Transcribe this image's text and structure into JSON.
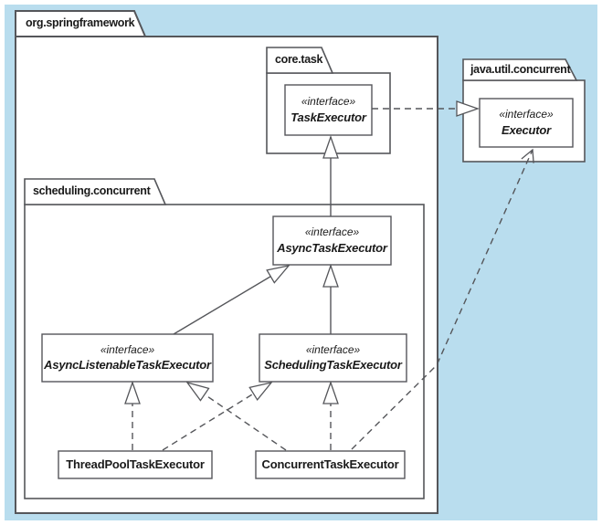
{
  "colors": {
    "panel_blue": "#b9ddee",
    "shape_fill": "#ffffff",
    "line_gray": "#55565a",
    "text_black": "#1a1a1a"
  },
  "packages": {
    "springframework": {
      "label": "org.springframework"
    },
    "core_task": {
      "label": "core.task"
    },
    "java_util_concurrent": {
      "label": "java.util.concurrent"
    },
    "scheduling_concurrent": {
      "label": "scheduling.concurrent"
    }
  },
  "interfaces": {
    "task_executor": {
      "stereotype": "«interface»",
      "name": "TaskExecutor"
    },
    "executor": {
      "stereotype": "«interface»",
      "name": "Executor"
    },
    "async_task_executor": {
      "stereotype": "«interface»",
      "name": "AsyncTaskExecutor"
    },
    "async_listenable_task_executor": {
      "stereotype": "«interface»",
      "name": "AsyncListenableTaskExecutor"
    },
    "scheduling_task_executor": {
      "stereotype": "«interface»",
      "name": "SchedulingTaskExecutor"
    }
  },
  "classes": {
    "thread_pool_task_executor": {
      "name": "ThreadPoolTaskExecutor"
    },
    "concurrent_task_executor": {
      "name": "ConcurrentTaskExecutor"
    }
  },
  "relations": [
    {
      "from": "AsyncTaskExecutor",
      "to": "TaskExecutor",
      "type": "generalization-solid-hollow-triangle"
    },
    {
      "from": "AsyncListenableTaskExecutor",
      "to": "AsyncTaskExecutor",
      "type": "generalization-solid-hollow-triangle"
    },
    {
      "from": "SchedulingTaskExecutor",
      "to": "AsyncTaskExecutor",
      "type": "generalization-solid-hollow-triangle"
    },
    {
      "from": "TaskExecutor",
      "to": "Executor",
      "type": "generalization-dashed-hollow-triangle"
    },
    {
      "from": "ThreadPoolTaskExecutor",
      "to": "AsyncListenableTaskExecutor",
      "type": "realization-dashed-hollow-triangle"
    },
    {
      "from": "ThreadPoolTaskExecutor",
      "to": "SchedulingTaskExecutor",
      "type": "realization-dashed-hollow-triangle"
    },
    {
      "from": "ConcurrentTaskExecutor",
      "to": "AsyncListenableTaskExecutor",
      "type": "realization-dashed-hollow-triangle"
    },
    {
      "from": "ConcurrentTaskExecutor",
      "to": "SchedulingTaskExecutor",
      "type": "realization-dashed-hollow-triangle"
    },
    {
      "from": "ConcurrentTaskExecutor",
      "to": "Executor",
      "type": "dependency-dashed-open-arrow"
    }
  ]
}
